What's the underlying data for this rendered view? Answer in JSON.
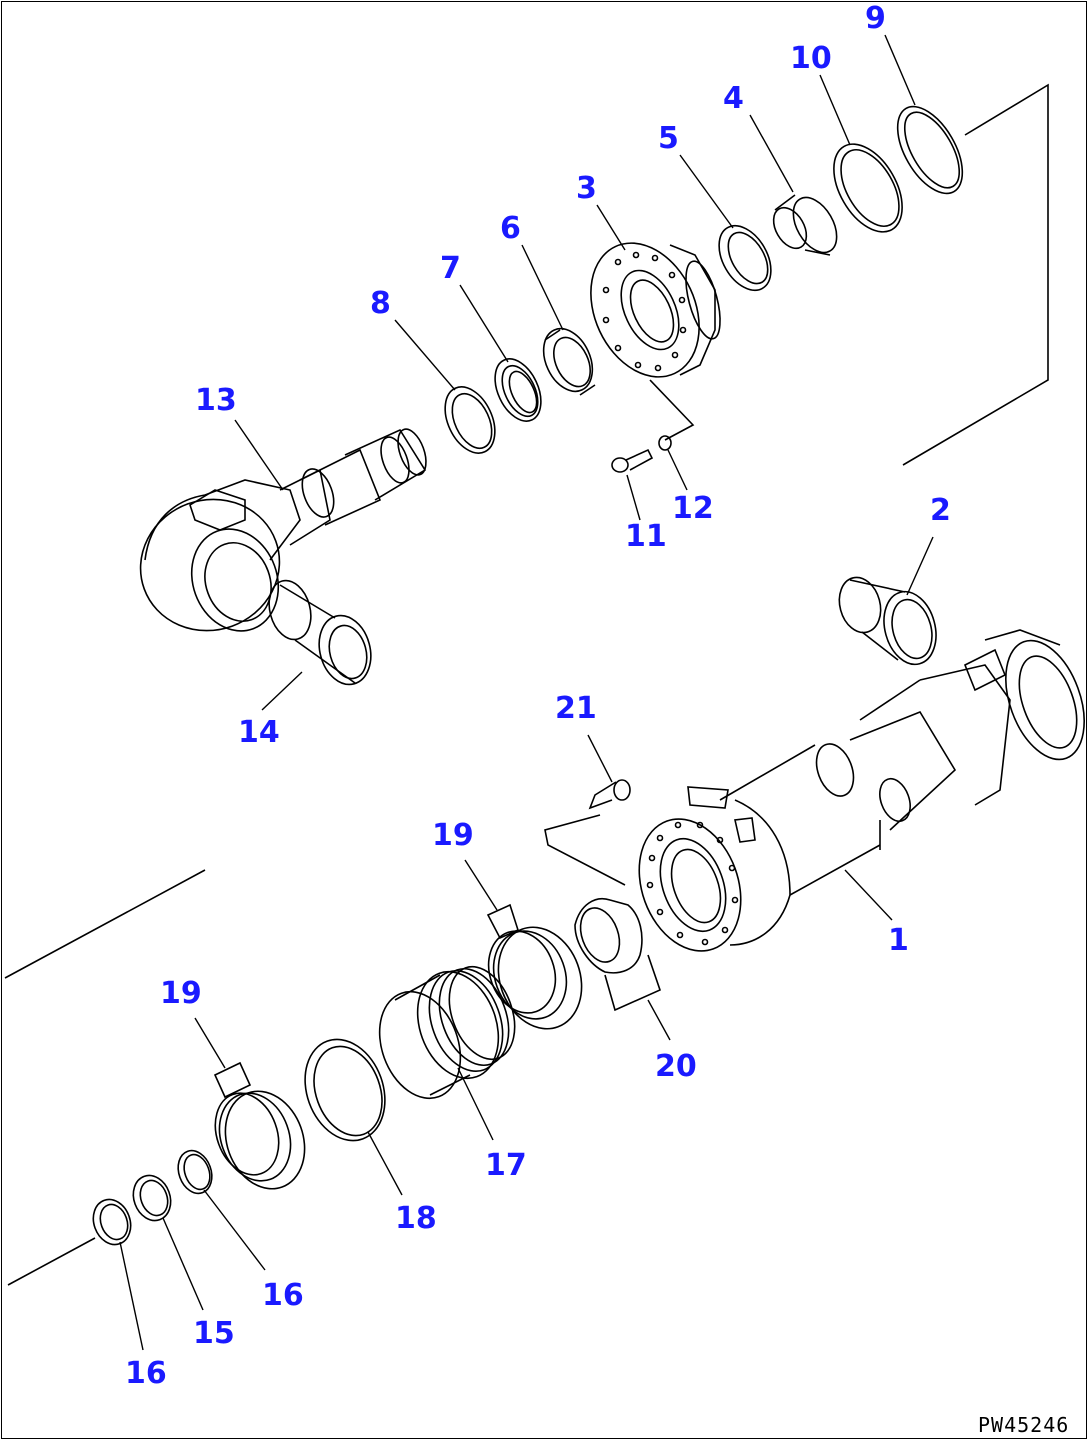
{
  "diagram": {
    "drawing_code": "PW45246",
    "labels": {
      "p1": "1",
      "p2": "2",
      "p3": "3",
      "p4": "4",
      "p5": "5",
      "p6": "6",
      "p7": "7",
      "p8": "8",
      "p9": "9",
      "p10": "10",
      "p11": "11",
      "p12": "12",
      "p13": "13",
      "p14": "14",
      "p15": "15",
      "p16a": "16",
      "p16b": "16",
      "p17": "17",
      "p18": "18",
      "p19a": "19",
      "p19b": "19",
      "p20": "20",
      "p21": "21"
    }
  }
}
